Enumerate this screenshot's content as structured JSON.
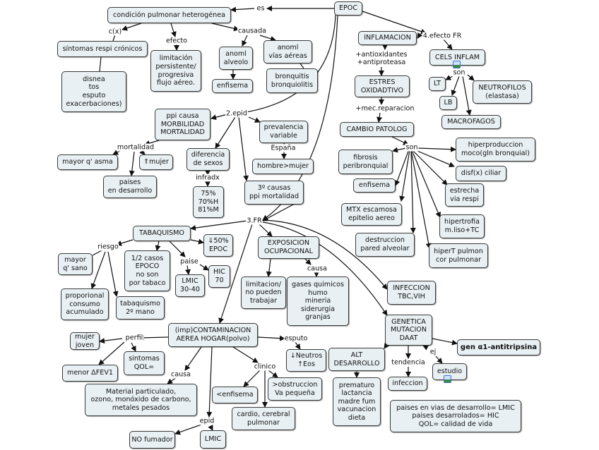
{
  "nodes": [
    {
      "id": "epoc",
      "text": "EPOC"
    },
    {
      "id": "cond",
      "text": "condición pulmonar heterogénea"
    },
    {
      "id": "sint",
      "text": "síntomas respi crónicos"
    },
    {
      "id": "disnea",
      "text": "disnea\ntos\nesputo\nexacerbaciones)"
    },
    {
      "id": "limit",
      "text": "limitación\npersistente/\nprogresiva\nflujo aéreo."
    },
    {
      "id": "alveolo",
      "text": "anoml\nalveolo"
    },
    {
      "id": "enf1",
      "text": "enfisema"
    },
    {
      "id": "vias",
      "text": "anoml\nvías aéreas"
    },
    {
      "id": "bronq",
      "text": "bronquitis\nbronquiolitis"
    },
    {
      "id": "ppi",
      "text": "ppi causa\nMORBILIDAD\nMORTALIDAD"
    },
    {
      "id": "mayorasma",
      "text": "mayor q' asma"
    },
    {
      "id": "mujer",
      "text": "⇑mujer"
    },
    {
      "id": "paises",
      "text": "paises\nen desarrollo"
    },
    {
      "id": "dif",
      "text": "diferencia\nde sexos"
    },
    {
      "id": "pct",
      "text": "75%\n70%H\n81%M"
    },
    {
      "id": "prev",
      "text": "prevalencia\nvariable"
    },
    {
      "id": "hm",
      "text": "hombre>mujer"
    },
    {
      "id": "tercera",
      "text": "3º causas\nppi mortalidad"
    },
    {
      "id": "inflam",
      "text": "INFLAMACION"
    },
    {
      "id": "estres",
      "text": "ESTRES\nOXIDADTIVO"
    },
    {
      "id": "cambio",
      "text": "CAMBIO PATOLOG"
    },
    {
      "id": "cels",
      "text": "CELS INFLAM"
    },
    {
      "id": "lt",
      "text": "LT"
    },
    {
      "id": "lb",
      "text": "LB"
    },
    {
      "id": "neutro",
      "text": "NEUTROFILOS\n(elastasa)"
    },
    {
      "id": "macro",
      "text": "MACROFAGOS"
    },
    {
      "id": "fibrosis",
      "text": "fibrosis\nperibronquial"
    },
    {
      "id": "enf2",
      "text": "enfisema"
    },
    {
      "id": "mtx",
      "text": "MTX escamosa\nepitelio aereo"
    },
    {
      "id": "destr",
      "text": "destruccion\npared alveolar"
    },
    {
      "id": "hiperprod",
      "text": "hiperproduccion\nmoco(gln bronquial)"
    },
    {
      "id": "disf",
      "text": "disf(x) ciliar"
    },
    {
      "id": "estrecha",
      "text": "estrecha\nvia respi"
    },
    {
      "id": "hipertrofia",
      "text": "hipertrofia\nm.liso+TC"
    },
    {
      "id": "hiperT",
      "text": "hiperT pulmon\ncor pulmonar"
    },
    {
      "id": "tabaq",
      "text": "TABAQUISMO"
    },
    {
      "id": "menos50",
      "text": "⇓50%\nEPOC"
    },
    {
      "id": "mayorsano",
      "text": "mayor\nq' sano"
    },
    {
      "id": "mitad",
      "text": "1/2 casos\nEPOCO\nno son\npor tabaco"
    },
    {
      "id": "hic",
      "text": "HIC\n70"
    },
    {
      "id": "lmic1",
      "text": "LMIC\n30-40"
    },
    {
      "id": "propor",
      "text": "proporional\nconsumo\nacumulado"
    },
    {
      "id": "segmano",
      "text": "tabaquismo\n2º mano"
    },
    {
      "id": "expo",
      "text": "EXPOSICION\nOCUPACIONAL"
    },
    {
      "id": "nopueden",
      "text": "limitacion/\nno pueden\ntrabajar"
    },
    {
      "id": "gases",
      "text": "gases quimicos\nhumo\nmineria\nsiderurgia\ngranjas"
    },
    {
      "id": "infeccion1",
      "text": "INFECCION\nTBC,VIH"
    },
    {
      "id": "genetica",
      "text": "GENETICA\nMUTACION\nDAAT"
    },
    {
      "id": "gen",
      "text": "gen α1-antitripsina"
    },
    {
      "id": "contam",
      "text": "(imp)CONTAMINACION\nAEREA HOGAR(polvo)"
    },
    {
      "id": "mujerjoven",
      "text": "mujer\njoven"
    },
    {
      "id": "sintqol",
      "text": "sintomas\nQOL="
    },
    {
      "id": "menorfev",
      "text": "menor ΔFEV1"
    },
    {
      "id": "neutros",
      "text": "↓Neutros\n↑Eos"
    },
    {
      "id": "material",
      "text": "Material particulado,\nozono, monóxido de carbono,\nmetales pesados"
    },
    {
      "id": "menosenf",
      "text": "<enfisema"
    },
    {
      "id": "obstr",
      "text": ">obstruccion\nVa pequeña"
    },
    {
      "id": "cardio",
      "text": "cardio, cerebral\npulmonar"
    },
    {
      "id": "nofum",
      "text": "NO fumador"
    },
    {
      "id": "lmic2",
      "text": "LMIC"
    },
    {
      "id": "altdes",
      "text": "ALT\nDESARROLLO"
    },
    {
      "id": "prematuro",
      "text": "prematuro\nlactancia\nmadre fum\nvacunacion\ndieta"
    },
    {
      "id": "infeccion2",
      "text": "infeccion"
    },
    {
      "id": "estudio",
      "text": "estudio"
    },
    {
      "id": "nota",
      "text": "paises en vias de desarrollo= LMIC\npaises desarrolados= HIC\nQOL= calidad de vida"
    }
  ],
  "labels": [
    {
      "id": "es",
      "text": "es"
    },
    {
      "id": "cx",
      "text": "c(x)"
    },
    {
      "id": "efecto",
      "text": "efecto"
    },
    {
      "id": "causada",
      "text": "causada"
    },
    {
      "id": "epid2",
      "text": "2.epid"
    },
    {
      "id": "mortalidad",
      "text": "mortalidad"
    },
    {
      "id": "infradx",
      "text": "infradx"
    },
    {
      "id": "espana",
      "text": "España"
    },
    {
      "id": "fr3",
      "text": "3.FR"
    },
    {
      "id": "efecto4",
      "text": "4.efecto FR"
    },
    {
      "id": "antiox",
      "text": "+antioxidantes\n+antiproteasa"
    },
    {
      "id": "mec",
      "text": "+mec.reparacion"
    },
    {
      "id": "son1",
      "text": "son"
    },
    {
      "id": "son2",
      "text": "son"
    },
    {
      "id": "riesgo",
      "text": "riesgo"
    },
    {
      "id": "paise",
      "text": "paise"
    },
    {
      "id": "causa1",
      "text": "causa"
    },
    {
      "id": "perfil",
      "text": "perfil"
    },
    {
      "id": "esputo",
      "text": "esputo"
    },
    {
      "id": "causa2",
      "text": "causa"
    },
    {
      "id": "clinico",
      "text": "clinico"
    },
    {
      "id": "epid",
      "text": "epid"
    },
    {
      "id": "tendencia",
      "text": "tendencia"
    },
    {
      "id": "ej",
      "text": "ej"
    }
  ],
  "icons": [
    "image-icon-cels-inflam",
    "image-icon-estudio"
  ],
  "colors": {
    "node_fill": "#e9f0f3",
    "node_border": "#3a3a3a",
    "image_icon": "#3a6fd8"
  }
}
